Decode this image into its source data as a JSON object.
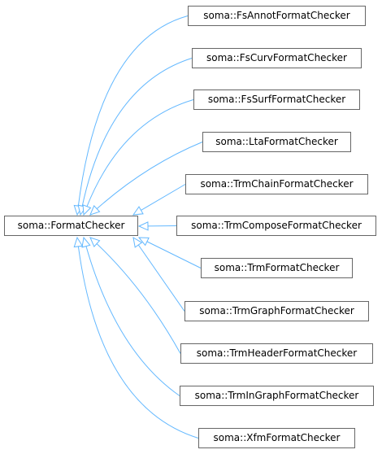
{
  "diagram": {
    "base": {
      "label": "soma::FormatChecker"
    },
    "derived": [
      {
        "label": "soma::FsAnnotFormatChecker"
      },
      {
        "label": "soma::FsCurvFormatChecker"
      },
      {
        "label": "soma::FsSurfFormatChecker"
      },
      {
        "label": "soma::LtaFormatChecker"
      },
      {
        "label": "soma::TrmChainFormatChecker"
      },
      {
        "label": "soma::TrmComposeFormatChecker"
      },
      {
        "label": "soma::TrmFormatChecker"
      },
      {
        "label": "soma::TrmGraphFormatChecker"
      },
      {
        "label": "soma::TrmHeaderFormatChecker"
      },
      {
        "label": "soma::TrmInGraphFormatChecker"
      },
      {
        "label": "soma::XfmFormatChecker"
      }
    ],
    "colors": {
      "edge": "#63b8ff",
      "node_border": "#666666",
      "node_background": "#ffffff",
      "text": "#000000"
    }
  }
}
